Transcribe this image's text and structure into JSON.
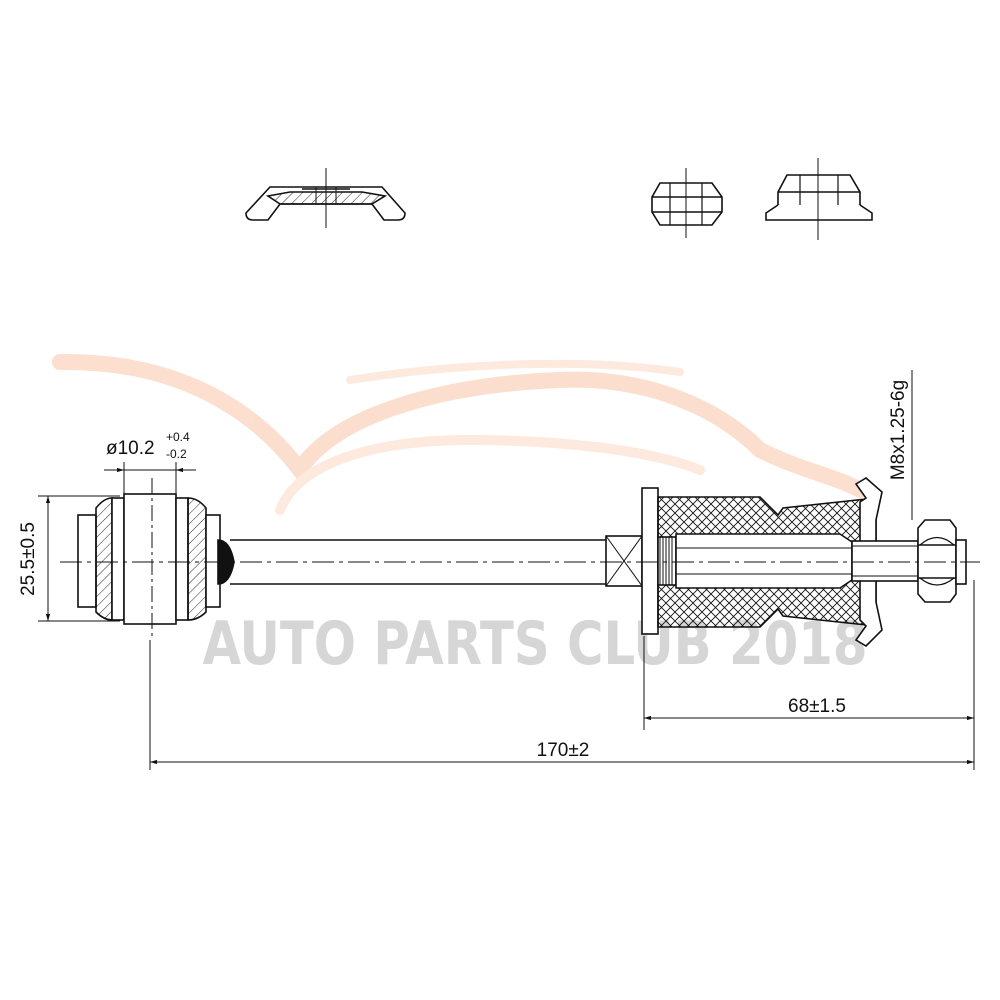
{
  "watermark": {
    "text": "AUTO PARTS CLUB 2018",
    "color": "#d6d6d6",
    "logo_color": "#fbd9c6"
  },
  "dimensions": {
    "bushing_height": "25.5±0.5",
    "bore_diameter": "ø10.2",
    "bore_tol_upper": "+0.4",
    "bore_tol_lower": "-0.2",
    "thread_spec": "M8x1.25-6g",
    "threaded_section_length": "68±1.5",
    "overall_length": "170±2"
  },
  "parts": [
    "cup-washer",
    "hex-nut",
    "flange-nut",
    "stabilizer-link"
  ],
  "colors": {
    "line": "#111111",
    "background": "#ffffff"
  }
}
